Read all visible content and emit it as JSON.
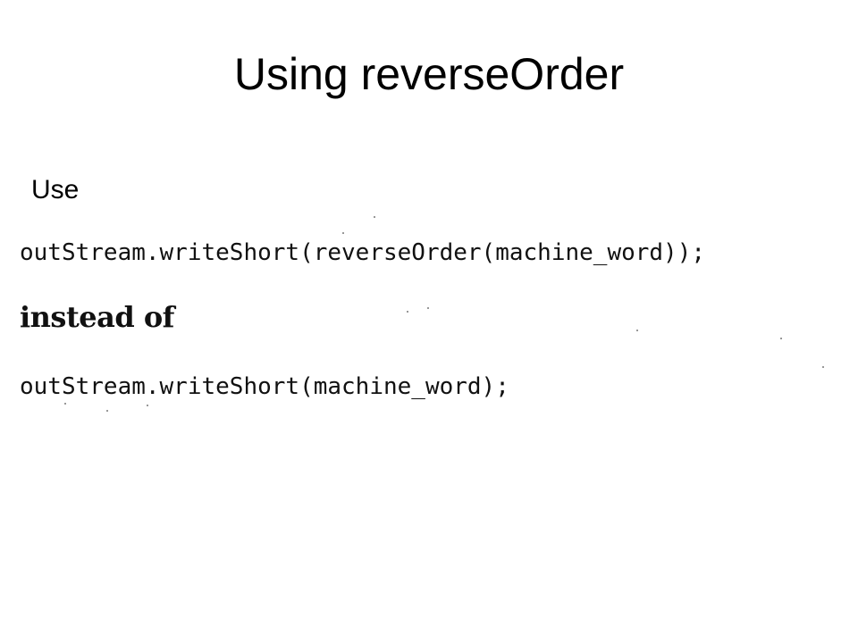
{
  "slide": {
    "title": "Using reverseOrder",
    "use_label": "Use",
    "code_reverse": "outStream.writeShort(reverseOrder(machine_word));",
    "instead_of": "instead of",
    "code_plain": "outStream.writeShort(machine_word);"
  }
}
